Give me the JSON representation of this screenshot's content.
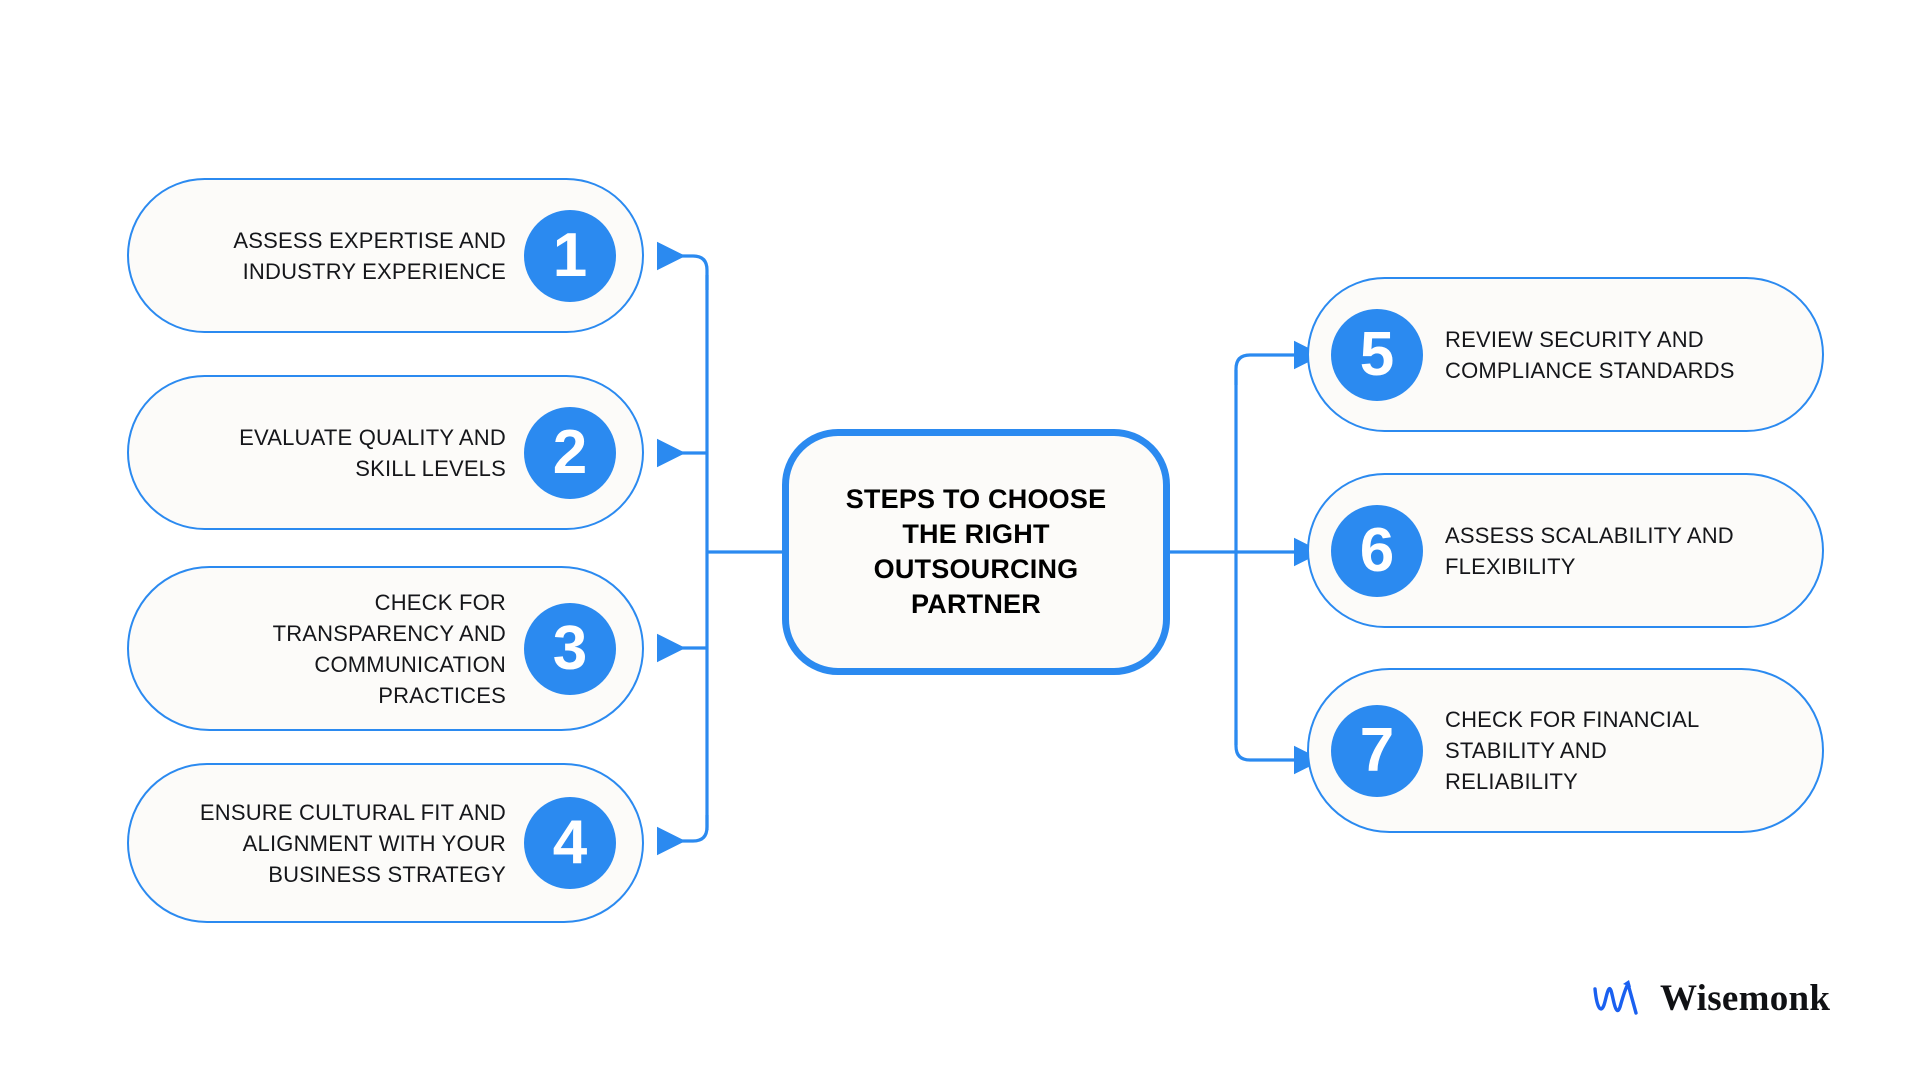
{
  "center": {
    "title": "STEPS TO CHOOSE\nTHE RIGHT\nOUTSOURCING\nPARTNER"
  },
  "colors": {
    "accent": "#2b8af0",
    "card_fill": "#fcfbf9",
    "card_border": "#2b8af0",
    "text": "#15161a",
    "page_background": "#ffffff"
  },
  "left_steps": [
    {
      "number": "1",
      "label": "ASSESS EXPERTISE AND\nINDUSTRY EXPERIENCE"
    },
    {
      "number": "2",
      "label": "EVALUATE QUALITY AND\nSKILL LEVELS"
    },
    {
      "number": "3",
      "label": "CHECK FOR\nTRANSPARENCY AND\nCOMMUNICATION\nPRACTICES"
    },
    {
      "number": "4",
      "label": "ENSURE CULTURAL FIT AND\nALIGNMENT WITH YOUR\nBUSINESS STRATEGY"
    }
  ],
  "right_steps": [
    {
      "number": "5",
      "label": "REVIEW SECURITY AND\nCOMPLIANCE STANDARDS"
    },
    {
      "number": "6",
      "label": "ASSESS SCALABILITY AND\nFLEXIBILITY"
    },
    {
      "number": "7",
      "label": "CHECK FOR FINANCIAL\nSTABILITY AND\nRELIABILITY"
    }
  ],
  "brand": {
    "name": "Wisemonk",
    "mark": "wisemonk-arrow-logo-icon"
  }
}
